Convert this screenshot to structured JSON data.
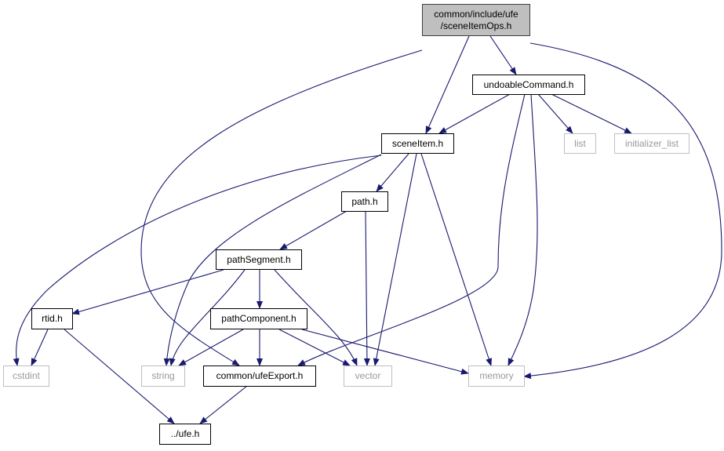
{
  "graph": {
    "edge_color": "#191970",
    "nodes": {
      "root": "common/include/ufe\n/sceneItemOps.h",
      "undoable": "undoableCommand.h",
      "sceneItem": "sceneItem.h",
      "list": "list",
      "initializer_list": "initializer_list",
      "path": "path.h",
      "pathSegment": "pathSegment.h",
      "rtid": "rtid.h",
      "pathComponent": "pathComponent.h",
      "cstdint": "cstdint",
      "string": "string",
      "ufeExport": "common/ufeExport.h",
      "vector": "vector",
      "memory": "memory",
      "ufe": "../ufe.h"
    },
    "edges": [
      [
        "root",
        "sceneItem"
      ],
      [
        "root",
        "undoable"
      ],
      [
        "root",
        "ufeExport"
      ],
      [
        "root",
        "memory"
      ],
      [
        "undoable",
        "sceneItem"
      ],
      [
        "undoable",
        "ufeExport"
      ],
      [
        "undoable",
        "memory"
      ],
      [
        "undoable",
        "list"
      ],
      [
        "undoable",
        "initializer_list"
      ],
      [
        "sceneItem",
        "cstdint"
      ],
      [
        "sceneItem",
        "string"
      ],
      [
        "sceneItem",
        "path"
      ],
      [
        "sceneItem",
        "vector"
      ],
      [
        "sceneItem",
        "memory"
      ],
      [
        "path",
        "pathSegment"
      ],
      [
        "path",
        "vector"
      ],
      [
        "pathSegment",
        "rtid"
      ],
      [
        "pathSegment",
        "string"
      ],
      [
        "pathSegment",
        "pathComponent"
      ],
      [
        "pathSegment",
        "vector"
      ],
      [
        "pathComponent",
        "string"
      ],
      [
        "pathComponent",
        "ufeExport"
      ],
      [
        "pathComponent",
        "vector"
      ],
      [
        "pathComponent",
        "memory"
      ],
      [
        "rtid",
        "cstdint"
      ],
      [
        "rtid",
        "ufe"
      ],
      [
        "ufeExport",
        "ufe"
      ]
    ]
  }
}
